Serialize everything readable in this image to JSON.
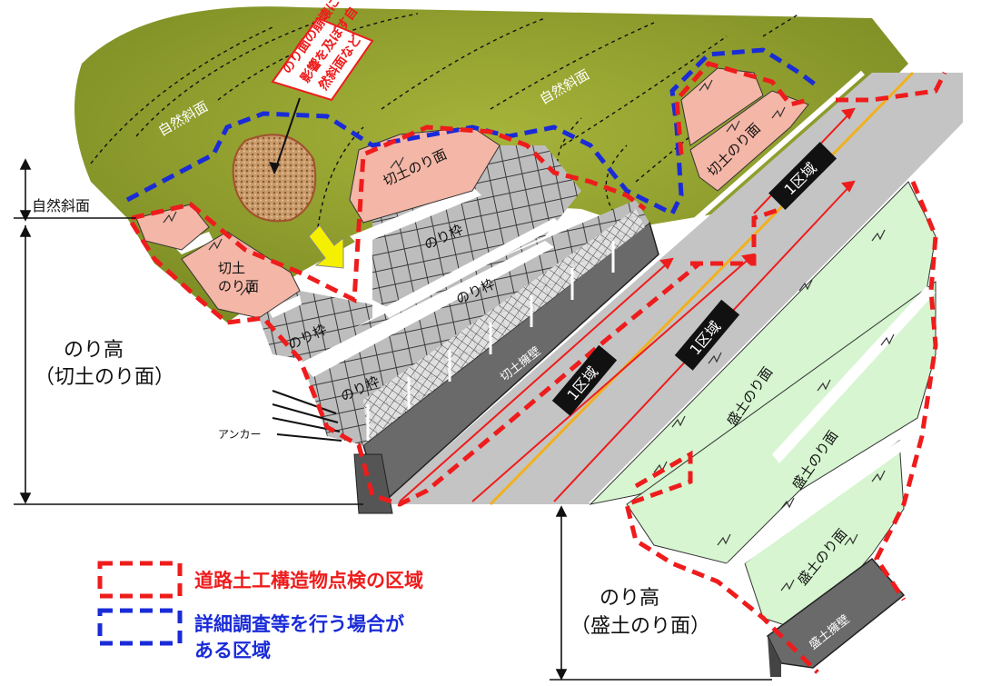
{
  "labels": {
    "natural_slope_1": "自然斜面",
    "natural_slope_2": "自然斜面",
    "natural_slope_side": "自然斜面",
    "callout": [
      "のり面の崩壊に",
      "影響を及ぼす自",
      "然斜面など"
    ],
    "cut_slope_1": "切土のり面",
    "cut_slope_2": "切土のり面",
    "cut_slope_small": [
      "切土",
      "のり面"
    ],
    "frame_1": "のり枠",
    "frame_2": "のり枠",
    "frame_3": "のり枠",
    "frame_4": "のり枠",
    "cut_wall": "切土擁壁",
    "anchor": "アンカー",
    "zone_1": "1区域",
    "zone_2": "1区域",
    "zone_3": "1区域",
    "fill_slope_1": "盛土のり面",
    "fill_slope_2": "盛土のり面",
    "fill_slope_3": "盛土のり面",
    "fill_wall": "盛土擁壁",
    "height_cut": [
      "のり高",
      "（切土のり面）"
    ],
    "height_fill": [
      "のり高",
      "（盛土のり面）"
    ]
  },
  "legend": {
    "red": "道路土工構造物点検の区域",
    "blue_line1": "詳細調査等を行う場合が",
    "blue_line2": "ある区域"
  },
  "colors": {
    "grass": "#8a9a2a",
    "cut_slope": "#f4b6a6",
    "fill_slope": "#d6f5d0",
    "road": "#c4c4c4",
    "wall": "#6a6a6a",
    "red_dash": "#ee1c1c",
    "blue_dash": "#1a2bd8",
    "center_line": "#f2b01e",
    "arrow_yellow": "#f5ef00",
    "zone_badge": "#111111"
  }
}
